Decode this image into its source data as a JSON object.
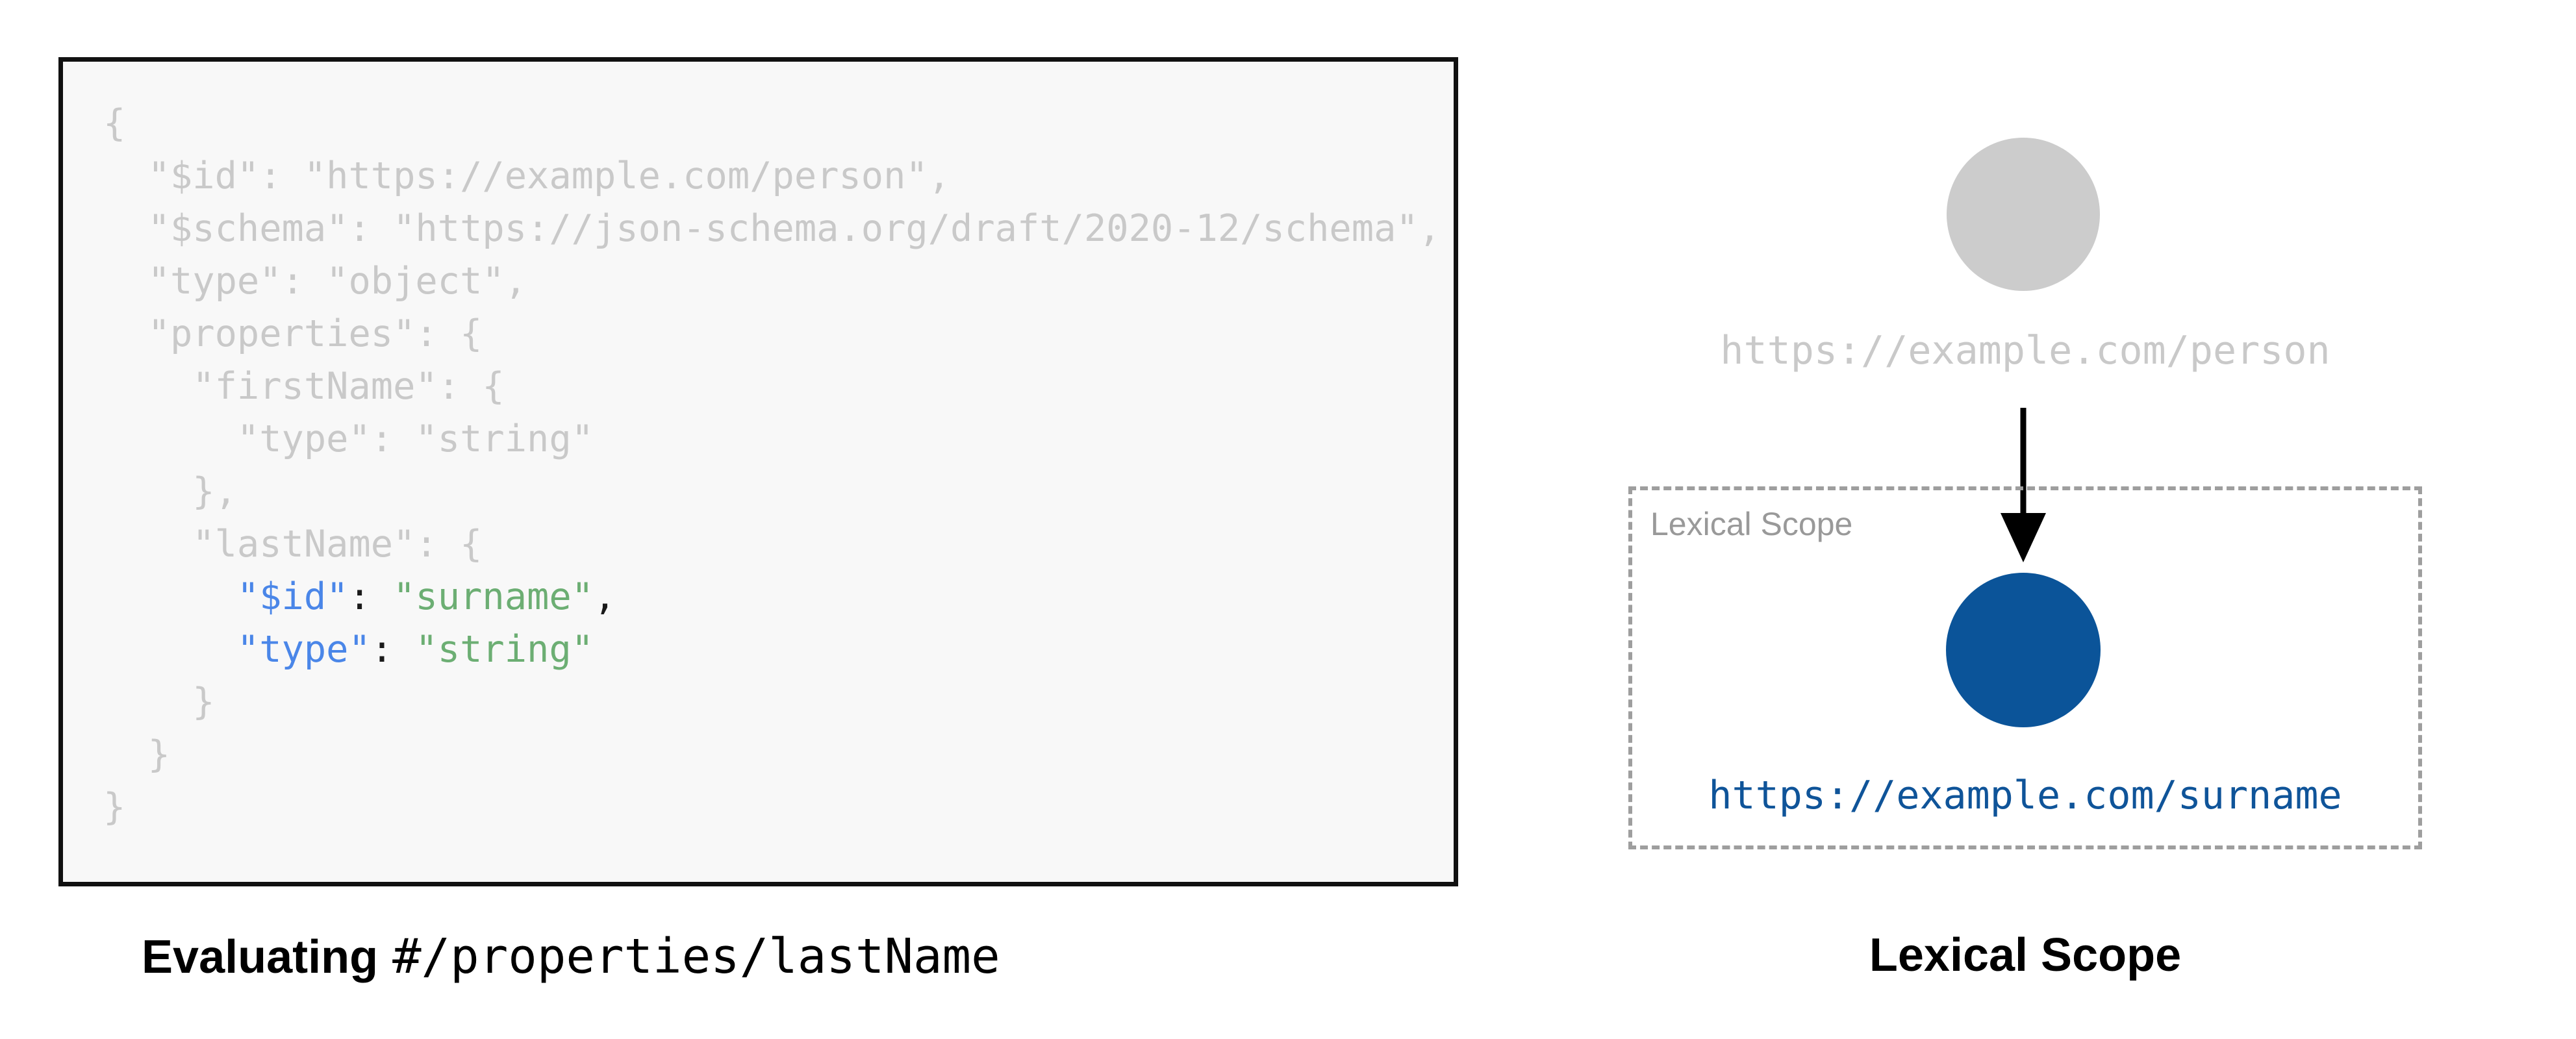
{
  "colors": {
    "box_border": "#111111",
    "box_bg": "#f8f8f8",
    "code_muted": "#c9c9c9",
    "code_key": "#4a86e8",
    "code_string": "#6cae73",
    "code_punct": "#1a1a1a",
    "gray_node": "#cccccc",
    "gray_label": "#c9c9c9",
    "blue_node": "#0b5499",
    "blue_label": "#0f5499",
    "scope_border": "#9e9e9e",
    "scope_label": "#999999",
    "arrow": "#000000",
    "caption": "#000000"
  },
  "code_panel": {
    "lines": [
      [
        {
          "t": "{",
          "s": "muted"
        }
      ],
      [
        {
          "t": "  \"$id\": \"https://example.com/person\",",
          "s": "muted"
        }
      ],
      [
        {
          "t": "  \"$schema\": \"https://json-schema.org/draft/2020-12/schema\",",
          "s": "muted"
        }
      ],
      [
        {
          "t": "  \"type\": \"object\",",
          "s": "muted"
        }
      ],
      [
        {
          "t": "  \"properties\": {",
          "s": "muted"
        }
      ],
      [
        {
          "t": "    \"firstName\": {",
          "s": "muted"
        }
      ],
      [
        {
          "t": "      \"type\": \"string\"",
          "s": "muted"
        }
      ],
      [
        {
          "t": "    },",
          "s": "muted"
        }
      ],
      [
        {
          "t": "    \"lastName\": {",
          "s": "muted"
        }
      ],
      [
        {
          "t": "      ",
          "s": "muted"
        },
        {
          "t": "\"$id\"",
          "s": "key"
        },
        {
          "t": ": ",
          "s": "punct"
        },
        {
          "t": "\"surname\"",
          "s": "string"
        },
        {
          "t": ",",
          "s": "punct"
        }
      ],
      [
        {
          "t": "      ",
          "s": "muted"
        },
        {
          "t": "\"type\"",
          "s": "key"
        },
        {
          "t": ": ",
          "s": "punct"
        },
        {
          "t": "\"string\"",
          "s": "string"
        }
      ],
      [
        {
          "t": "    }",
          "s": "muted"
        }
      ],
      [
        {
          "t": "  }",
          "s": "muted"
        }
      ],
      [
        {
          "t": "}",
          "s": "muted"
        }
      ]
    ],
    "caption_bold": "Evaluating",
    "caption_path": "#/properties/lastName"
  },
  "diagram": {
    "parent_node_label": "https://example.com/person",
    "scope_box_label": "Lexical Scope",
    "child_node_label": "https://example.com/surname",
    "caption": "Lexical Scope"
  }
}
